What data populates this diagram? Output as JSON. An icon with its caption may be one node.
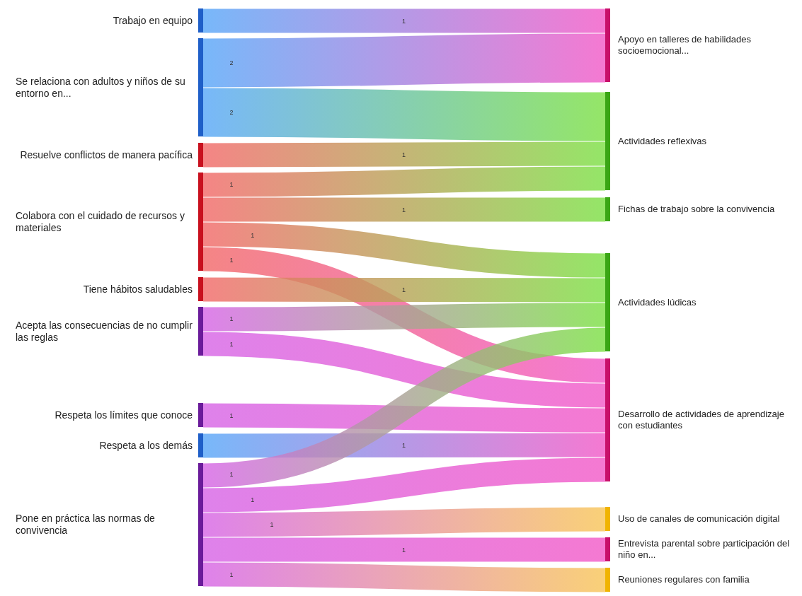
{
  "diagram": {
    "nodes": [
      {
        "text": [
          "Trabajo en equipo"
        ]
      },
      {
        "text": [
          "Se relaciona con adultos y niños de su entorno en..."
        ]
      },
      {
        "text": [
          "Resuelve conflictos de manera pacífica"
        ]
      },
      {
        "text": [
          "Colabora con el cuidado de recursos y materiales"
        ]
      },
      {
        "text": [
          "Tiene hábitos saludables"
        ]
      },
      {
        "text": [
          "Acepta las consecuencias de no cumplir las reglas"
        ]
      },
      {
        "text": [
          "Respeta los límites que conoce"
        ]
      },
      {
        "text": [
          "Respeta a los demás"
        ]
      },
      {
        "text": [
          "Pone en práctica las normas de convivencia"
        ]
      },
      {
        "text": [
          "Apoyo en talleres de habilidades socioemocional..."
        ]
      },
      {
        "text": [
          "Actividades reflexivas"
        ]
      },
      {
        "text": [
          "Fichas de trabajo sobre la convivencia"
        ]
      },
      {
        "text": [
          "Actividades lúdicas"
        ]
      },
      {
        "text": [
          "Desarrollo de actividades de aprendizaje con estudiantes"
        ]
      },
      {
        "text": [
          "Uso de canales de comunicación digital"
        ]
      },
      {
        "text": [
          "Entrevista parental sobre participación del niño en..."
        ]
      },
      {
        "text": [
          "Reuniones regulares con familia"
        ]
      }
    ],
    "edges": [
      {
        "from": 0,
        "to": 9,
        "arrow": "none",
        "label": "1"
      },
      {
        "from": 1,
        "to": 9,
        "arrow": "none",
        "label": "2"
      },
      {
        "from": 1,
        "to": 10,
        "arrow": "none",
        "label": "2"
      },
      {
        "from": 2,
        "to": 10,
        "arrow": "none",
        "label": "1"
      },
      {
        "from": 3,
        "to": 10,
        "arrow": "none",
        "label": "1"
      },
      {
        "from": 3,
        "to": 11,
        "arrow": "none",
        "label": "1"
      },
      {
        "from": 3,
        "to": 12,
        "arrow": "none",
        "label": "1"
      },
      {
        "from": 3,
        "to": 13,
        "arrow": "none",
        "label": "1"
      },
      {
        "from": 4,
        "to": 12,
        "arrow": "none",
        "label": "1"
      },
      {
        "from": 5,
        "to": 12,
        "arrow": "none",
        "label": "1"
      },
      {
        "from": 5,
        "to": 13,
        "arrow": "none",
        "label": "1"
      },
      {
        "from": 6,
        "to": 13,
        "arrow": "none",
        "label": "1"
      },
      {
        "from": 7,
        "to": 13,
        "arrow": "none",
        "label": "1"
      },
      {
        "from": 8,
        "to": 12,
        "arrow": "none",
        "label": "1"
      },
      {
        "from": 8,
        "to": 13,
        "arrow": "none",
        "label": "1"
      },
      {
        "from": 8,
        "to": 14,
        "arrow": "none",
        "label": "1"
      },
      {
        "from": 8,
        "to": 15,
        "arrow": "none",
        "label": "1"
      },
      {
        "from": 8,
        "to": 16,
        "arrow": "none",
        "label": "1"
      }
    ]
  }
}
